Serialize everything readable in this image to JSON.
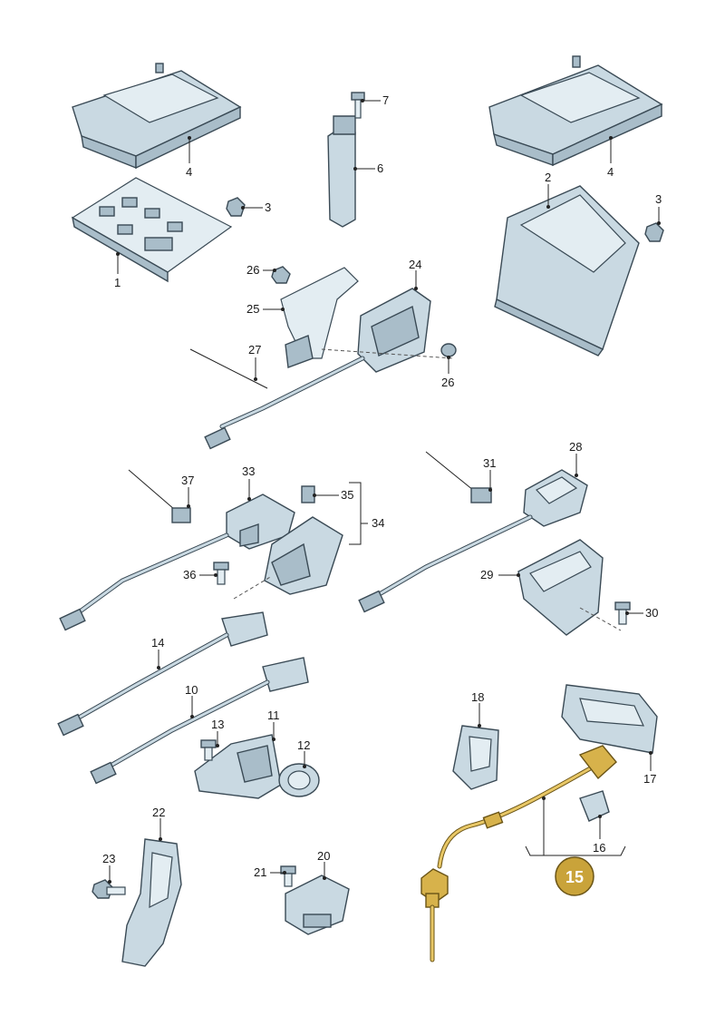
{
  "callouts": {
    "c1": "1",
    "c2": "2",
    "c3a": "3",
    "c3b": "3",
    "c4a": "4",
    "c4b": "4",
    "c6": "6",
    "c7": "7",
    "c10": "10",
    "c11": "11",
    "c12": "12",
    "c13": "13",
    "c14": "14",
    "c15": "15",
    "c16": "16",
    "c17": "17",
    "c18": "18",
    "c20": "20",
    "c21": "21",
    "c22": "22",
    "c23": "23",
    "c24": "24",
    "c25": "25",
    "c26a": "26",
    "c26b": "26",
    "c27": "27",
    "c28": "28",
    "c29": "29",
    "c30": "30",
    "c31": "31",
    "c33": "33",
    "c34": "34",
    "c35": "35",
    "c36": "36",
    "c37": "37"
  },
  "highlight": {
    "part_number": "15",
    "color": "#c9a33a"
  },
  "colors": {
    "part_fill": "#c9d9e2",
    "outline": "#3a4a55",
    "highlight_part": "#d7b24b"
  }
}
